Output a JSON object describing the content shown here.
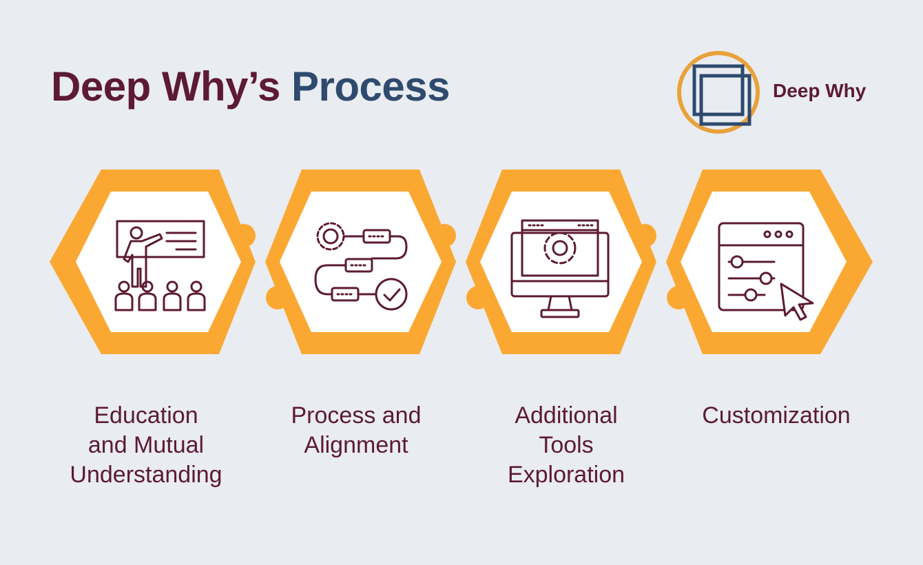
{
  "title": {
    "part1": "Deep Why’s",
    "part2": "Process"
  },
  "logo": {
    "text": "Deep Why"
  },
  "colors": {
    "accent_orange": "#fba833",
    "maroon": "#5c1a33",
    "navy": "#2e4a6e",
    "background": "#e9ecf0"
  },
  "steps": [
    {
      "label": "Education\nand Mutual\nUnderstanding",
      "icon": "teacher-presentation-icon"
    },
    {
      "label": "Process and\nAlignment",
      "icon": "workflow-process-icon"
    },
    {
      "label": "Additional\nTools\nExploration",
      "icon": "monitor-gear-icon"
    },
    {
      "label": "Customization",
      "icon": "settings-sliders-cursor-icon"
    }
  ]
}
